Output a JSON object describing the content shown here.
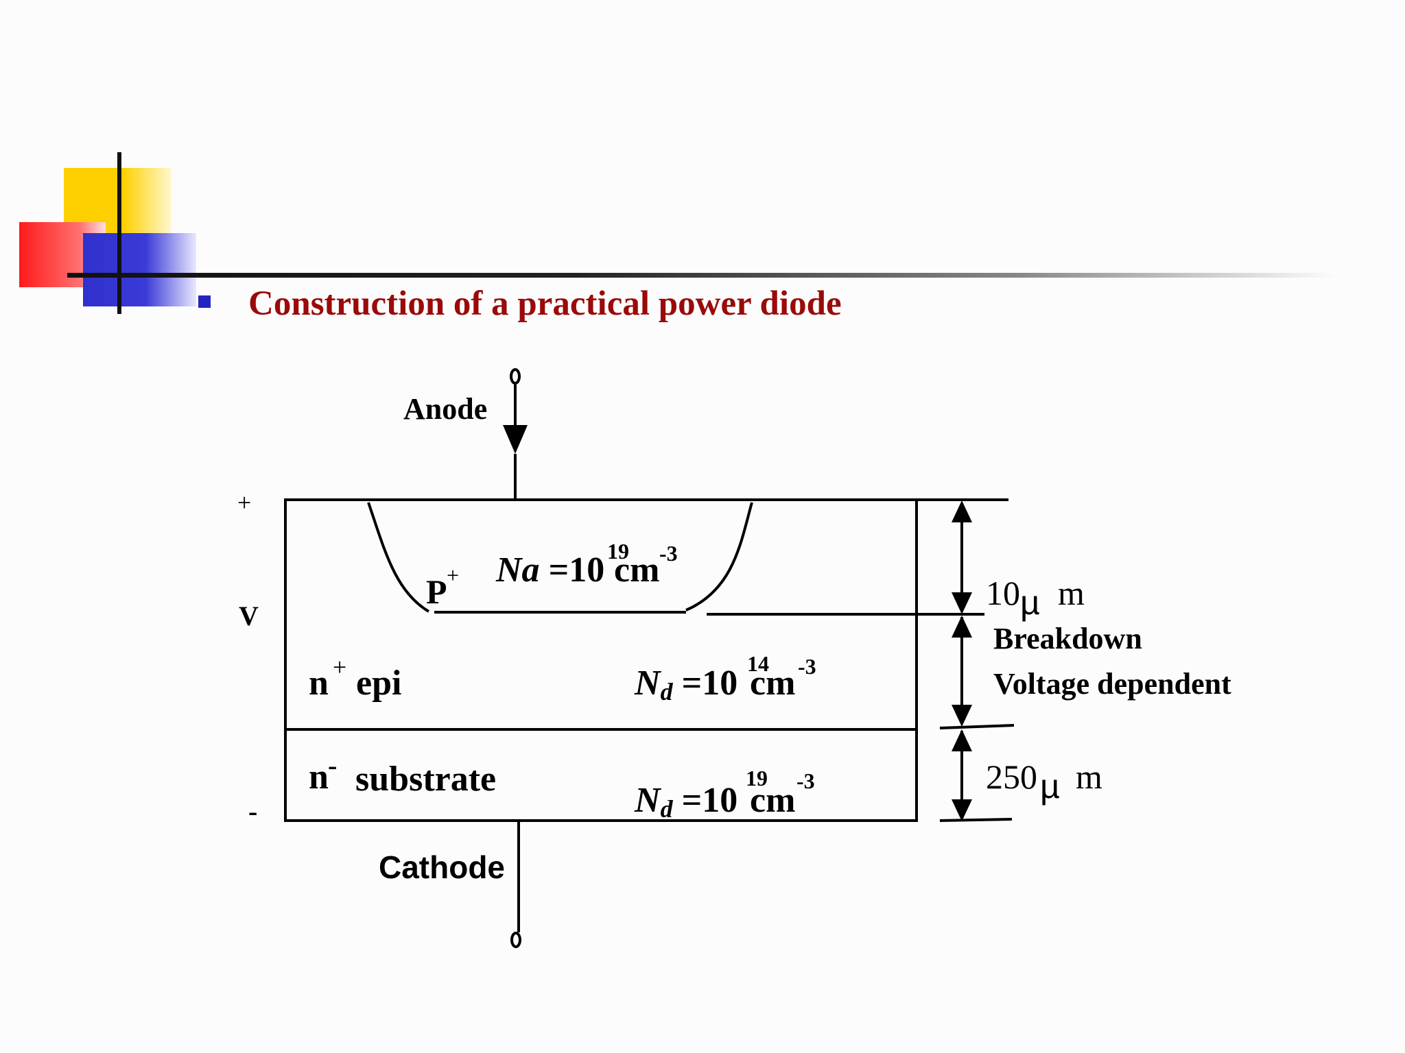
{
  "slide": {
    "title": "Construction of a practical power diode"
  },
  "diagram": {
    "anode_label": "Anode",
    "cathode_label": "Cathode",
    "voltage": {
      "plus": "+",
      "v": "V",
      "minus": "-"
    },
    "p_region": {
      "label": "P",
      "label_sup": "+",
      "doping_prefix": "Na",
      "doping_eq": " =10",
      "doping_exp": "19",
      "doping_unit": "cm",
      "doping_unit_exp": "-3"
    },
    "epi_layer": {
      "label": "n",
      "label_sup": "+",
      "label_suffix": " epi",
      "doping_prefix": "N",
      "doping_sub": "d",
      "doping_eq": " =10",
      "doping_exp": "14",
      "doping_unit": "cm",
      "doping_unit_exp": "-3"
    },
    "substrate_layer": {
      "label": "n",
      "label_sup": "-",
      "label_suffix": "substrate",
      "doping_prefix": "N",
      "doping_sub": "d",
      "doping_eq": " =10",
      "doping_exp": "19",
      "doping_unit": "cm",
      "doping_unit_exp": "-3"
    },
    "dimensions": {
      "p_depth": "10",
      "p_depth_unit": "µ",
      "p_depth_m": "m",
      "epi_note_1": "Breakdown",
      "epi_note_2": "Voltage dependent",
      "substrate_thickness": "250",
      "substrate_unit": "µ",
      "substrate_m": "m"
    }
  }
}
